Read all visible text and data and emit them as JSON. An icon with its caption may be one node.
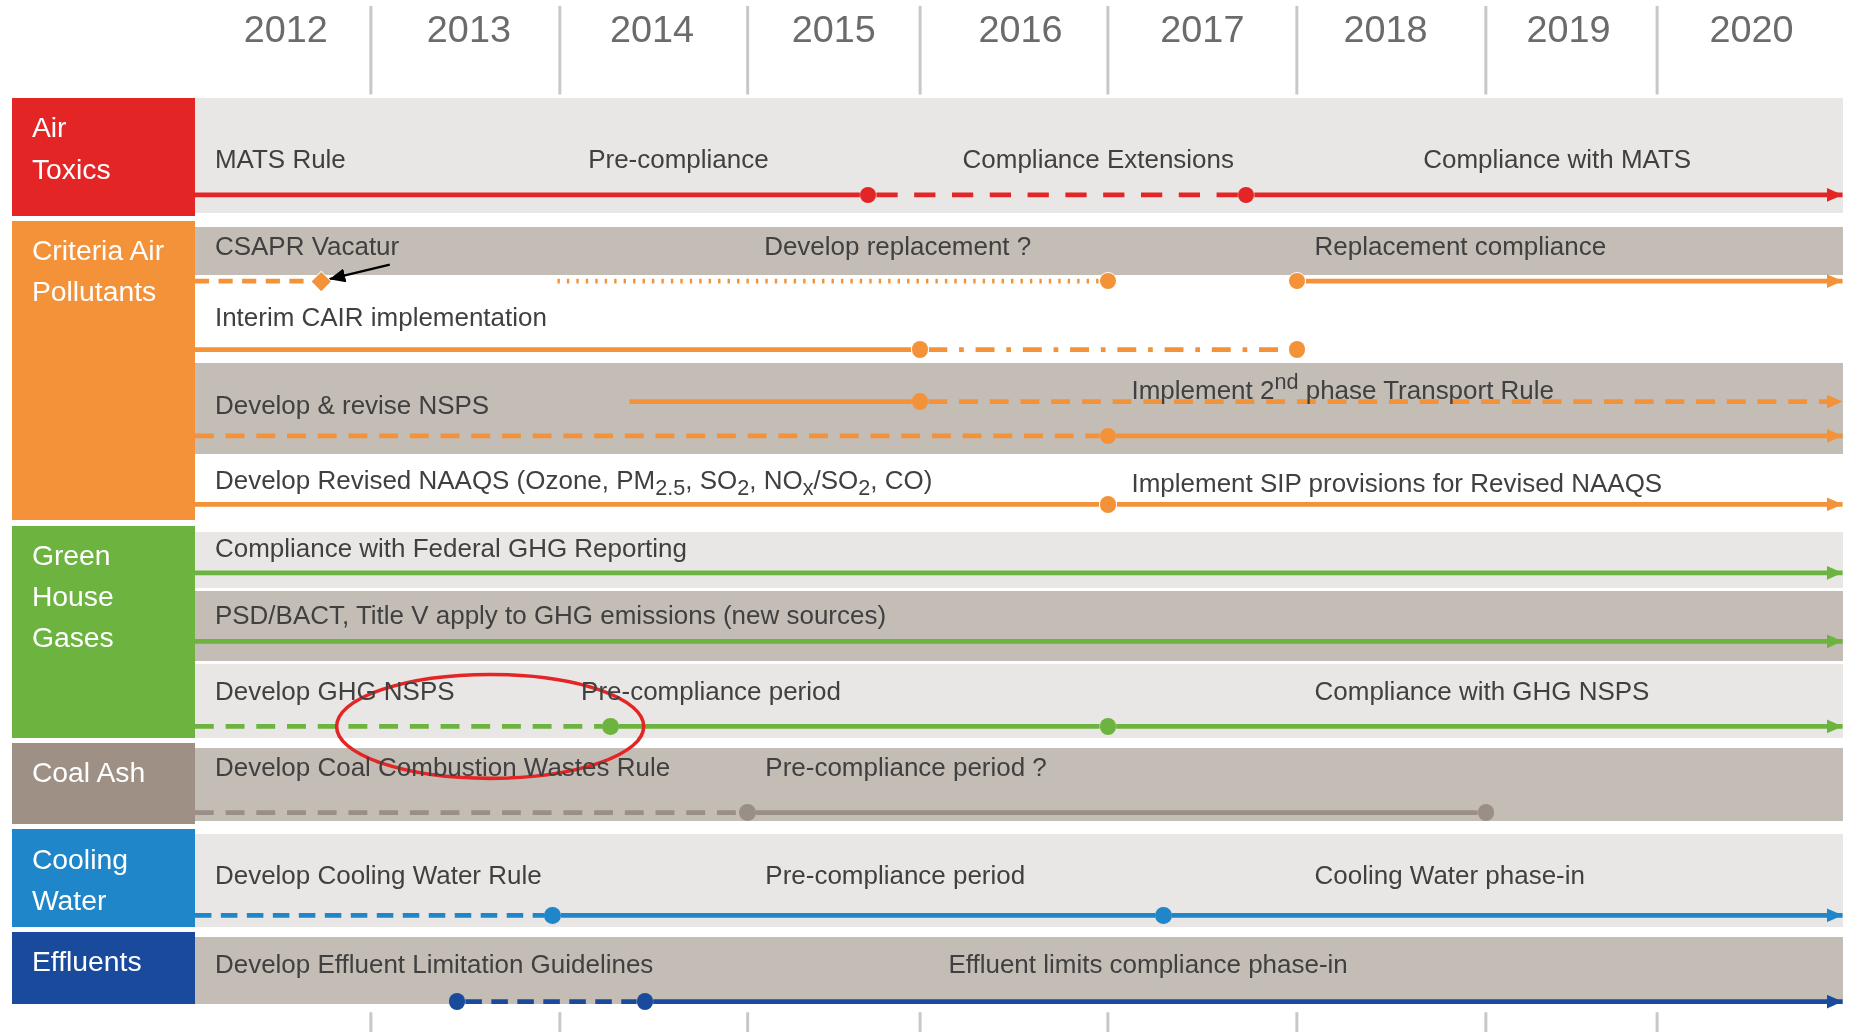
{
  "diagram": {
    "nodes": [
      {
        "text": [
          "Air Toxics"
        ]
      },
      {
        "text": [
          "MATS Rule",
          "Pre-compliance",
          "Compliance Extensions",
          "Compliance with MATS"
        ]
      },
      {
        "text": [],
        "shape": "circle",
        "in": 1
      },
      {
        "text": [],
        "shape": "circle",
        "in": 1
      },
      {
        "text": [
          "Criteria Air Pollutants"
        ]
      },
      {
        "text": [
          "CSAPR Vacatur",
          "Develop replacement ?",
          "Replacement compliance"
        ]
      },
      {
        "text": [],
        "shape": "diamond"
      },
      {
        "text": [],
        "shape": "circle"
      },
      {
        "text": [],
        "shape": "circle"
      },
      {
        "text": [],
        "shape": "circle"
      },
      {
        "text": [],
        "shape": "circle"
      },
      {
        "text": [
          "Develop & revise NSPS",
          "Implement 2$^{nd}$ phase Transport Rule"
        ]
      },
      {
        "text": [],
        "shape": "circle",
        "in": 11
      },
      {
        "text": [],
        "shape": "circle",
        "in": 11
      },
      {
        "text": [],
        "shape": "circle"
      },
      {
        "text": [
          "Green House Gases"
        ]
      },
      {
        "text": [
          "Compliance with Federal GHG Reporting"
        ]
      },
      {
        "text": [
          "PSD/BACT, Title V apply to GHG emissions (new sources)"
        ]
      },
      {
        "text": [
          "Develop GHG NSPS",
          "Pre-compliance period",
          "Compliance with GHG NSPS"
        ]
      },
      {
        "text": [],
        "shape": "circle",
        "in": 18
      },
      {
        "text": [],
        "shape": "circle",
        "in": 18
      },
      {
        "text": [
          "Coal Ash"
        ]
      },
      {
        "text": [
          "Develop Coal Combustion Wastes Rule",
          "Pre-compliance period ?"
        ]
      },
      {
        "text": [],
        "shape": "circle",
        "in": 22
      },
      {
        "text": [],
        "shape": "circle",
        "in": 22
      },
      {
        "text": [
          "Cooling Water"
        ]
      },
      {
        "text": [
          "Develop Cooling Water Rule",
          "Pre-compliance period",
          "Cooling Water phase-in"
        ]
      },
      {
        "text": [],
        "shape": "circle",
        "in": 26
      },
      {
        "text": [],
        "shape": "circle",
        "in": 26
      },
      {
        "text": [
          "Effluents"
        ]
      },
      {
        "text": [
          "Develop Effluent Limitation Guidelines",
          "Effluent limits compliance phase-in"
        ]
      },
      {
        "text": [],
        "shape": "circle",
        "in": 30
      },
      {
        "text": [],
        "shape": "circle",
        "in": 30
      }
    ],
    "edges": [
      {
        "from": 0,
        "to": 2,
        "arrow": "none",
        "color": "#e32526"
      },
      {
        "from": 2,
        "to": 3,
        "arrow": "none",
        "style": "dashed",
        "color": "#e32526"
      },
      {
        "from": 3,
        "to": 1,
        "arrow": "to",
        "color": "#e32526"
      },
      {
        "from": 4,
        "to": 6,
        "arrow": "none",
        "style": "dashed",
        "color": "#f39239"
      },
      {
        "from": 5,
        "to": 6,
        "arrow": "to",
        "color": "#000000"
      },
      {
        "from": 5,
        "to": 7,
        "arrow": "none",
        "style": "dashed",
        "color": "#f39239"
      },
      {
        "from": 8,
        "to": 5,
        "arrow": "to",
        "color": "#f39239"
      },
      {
        "from": 4,
        "to": 9,
        "arrow": "none",
        "color": "#f39239"
      },
      {
        "from": 9,
        "to": 10,
        "arrow": "none",
        "style": "dashed",
        "color": "#f39239"
      },
      {
        "from": 11,
        "to": 12,
        "arrow": "none",
        "color": "#f39239"
      },
      {
        "from": 12,
        "to": 11,
        "arrow": "to",
        "style": "dashed",
        "color": "#f39239"
      },
      {
        "from": 4,
        "to": 13,
        "arrow": "none",
        "style": "dashed",
        "color": "#f39239"
      },
      {
        "from": 13,
        "to": 11,
        "arrow": "to",
        "color": "#f39239"
      },
      {
        "from": 4,
        "to": 14,
        "arrow": "none",
        "color": "#f39239"
      },
      {
        "from": 14,
        "to": 16,
        "arrow": "to",
        "color": "#f39239"
      },
      {
        "from": 15,
        "to": 16,
        "arrow": "to",
        "color": "#6db33f"
      },
      {
        "from": 15,
        "to": 17,
        "arrow": "to",
        "color": "#6db33f"
      },
      {
        "from": 15,
        "to": 19,
        "arrow": "none",
        "style": "dashed",
        "color": "#6db33f"
      },
      {
        "from": 19,
        "to": 20,
        "arrow": "none",
        "color": "#6db33f"
      },
      {
        "from": 20,
        "to": 18,
        "arrow": "to",
        "color": "#6db33f"
      },
      {
        "from": 21,
        "to": 23,
        "arrow": "none",
        "style": "dashed",
        "color": "#9a8f86"
      },
      {
        "from": 23,
        "to": 24,
        "arrow": "none",
        "color": "#9a8f86"
      },
      {
        "from": 25,
        "to": 27,
        "arrow": "none",
        "style": "dashed",
        "color": "#1f87c9"
      },
      {
        "from": 27,
        "to": 28,
        "arrow": "none",
        "color": "#1f87c9"
      },
      {
        "from": 28,
        "to": 26,
        "arrow": "to",
        "color": "#1f87c9"
      },
      {
        "from": 31,
        "to": 32,
        "arrow": "none",
        "style": "dashed",
        "color": "#1a4a9c"
      },
      {
        "from": 32,
        "to": 30,
        "arrow": "to",
        "color": "#1a4a9c"
      }
    ],
    "labels": [
      "2012",
      "2013",
      "2014",
      "2015",
      "2016",
      "2017",
      "2018",
      "2019",
      "2020",
      "Interim CAIR implementation",
      "Develop Revised NAAQS (Ozone, PM$_{2.5}$, SO$_{2}$, NO$_{x}$/SO$_{2}$, CO)",
      "Implement SIP provisions for Revised NAAQS"
    ]
  }
}
